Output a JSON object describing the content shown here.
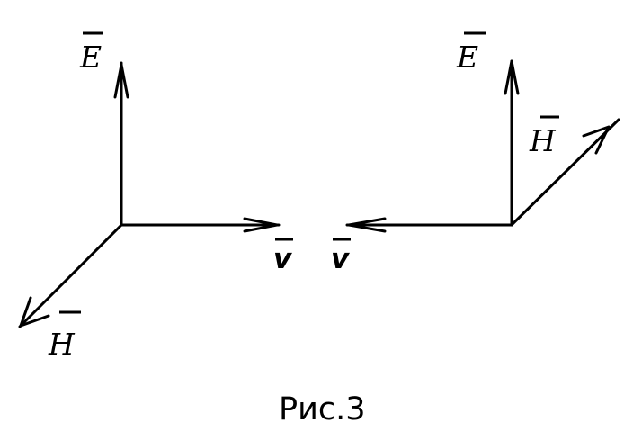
{
  "diagram": {
    "left_system": {
      "e_label": "E",
      "h_label": "H",
      "v_label": "v"
    },
    "right_system": {
      "e_label": "E",
      "h_label": "H",
      "v_label": "v"
    },
    "caption": "Рис.3"
  }
}
